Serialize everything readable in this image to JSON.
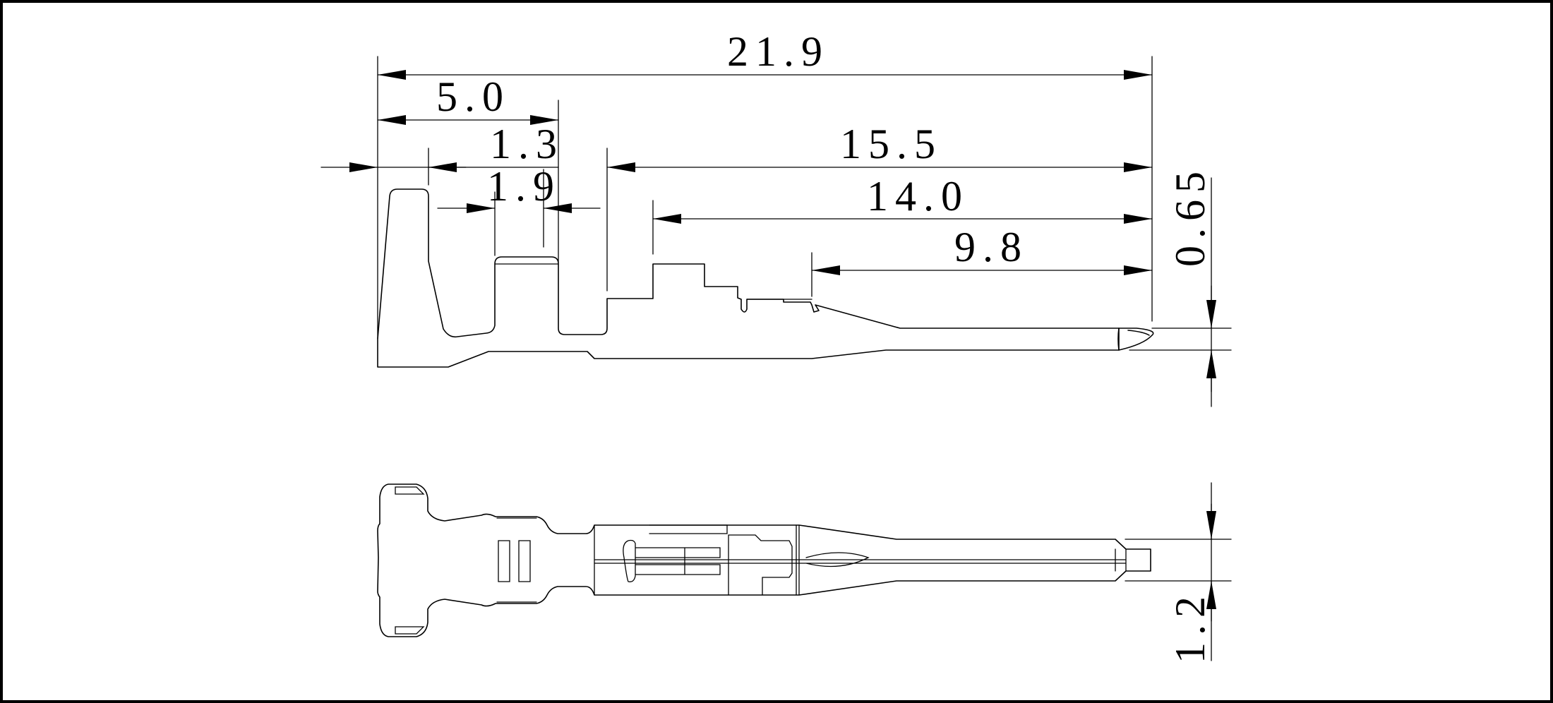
{
  "dimensions": {
    "overall_length": "21.9",
    "front_to_crimp": "5.0",
    "tab_gap": "1.3",
    "crimp_width": "1.9",
    "to_contact_end": "15.5",
    "to_lance": "14.0",
    "to_box_start": "9.8",
    "contact_thickness": "0.65",
    "contact_width": "1.2"
  }
}
